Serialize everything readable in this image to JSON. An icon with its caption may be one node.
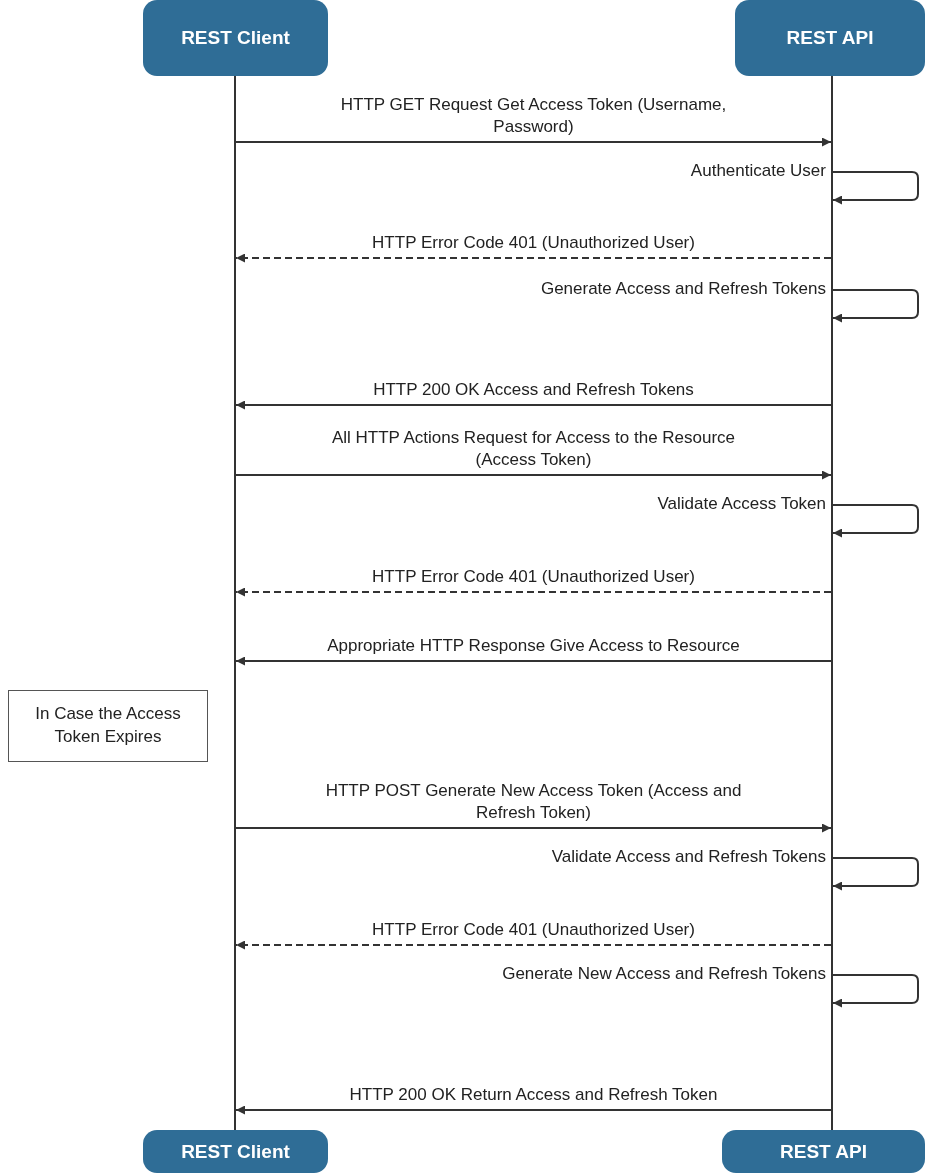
{
  "diagram": {
    "nodes": [
      {
        "text": [
          "REST Client"
        ]
      },
      {
        "text": [
          "REST API"
        ]
      },
      {
        "text": [],
        "shape": "bar"
      },
      {
        "text": [],
        "shape": "bar"
      },
      {
        "text": [
          "REST Client"
        ]
      },
      {
        "text": [
          "REST API"
        ]
      },
      {
        "text": [
          "In Case the Access Token Expires"
        ]
      }
    ],
    "edges": [
      {
        "from": 2,
        "to": 3,
        "arrow": "to",
        "label": "HTTP GET Request Get Access Token (Username, Password)"
      },
      {
        "from": 3,
        "to": 3,
        "arrow": "to",
        "label": "Authenticate User"
      },
      {
        "from": 3,
        "to": 2,
        "arrow": "to",
        "style": "dashed",
        "label": "HTTP Error Code 401 (Unauthorized User)"
      },
      {
        "from": 3,
        "to": 3,
        "arrow": "to",
        "label": "Generate Access and Refresh Tokens"
      },
      {
        "from": 3,
        "to": 2,
        "arrow": "to",
        "label": "HTTP 200 OK Access and Refresh Tokens"
      },
      {
        "from": 2,
        "to": 3,
        "arrow": "to",
        "label": "All HTTP Actions Request for Access to the Resource (Access Token)"
      },
      {
        "from": 3,
        "to": 3,
        "arrow": "to",
        "label": "Validate Access Token"
      },
      {
        "from": 3,
        "to": 2,
        "arrow": "to",
        "style": "dashed",
        "label": "HTTP Error Code 401 (Unauthorized User)"
      },
      {
        "from": 3,
        "to": 2,
        "arrow": "to",
        "label": "Appropriate HTTP Response Give Access to Resource"
      },
      {
        "from": 2,
        "to": 3,
        "arrow": "to",
        "label": "HTTP POST Generate New Access Token (Access and Refresh Token)"
      },
      {
        "from": 3,
        "to": 3,
        "arrow": "to",
        "label": "Validate Access and Refresh Tokens"
      },
      {
        "from": 3,
        "to": 2,
        "arrow": "to",
        "style": "dashed",
        "label": "HTTP Error Code 401 (Unauthorized User)"
      },
      {
        "from": 3,
        "to": 3,
        "arrow": "to",
        "label": "Generate New Access and Refresh Tokens"
      },
      {
        "from": 3,
        "to": 2,
        "arrow": "to",
        "label": "HTTP 200 OK Return Access and Refresh Token"
      }
    ]
  }
}
